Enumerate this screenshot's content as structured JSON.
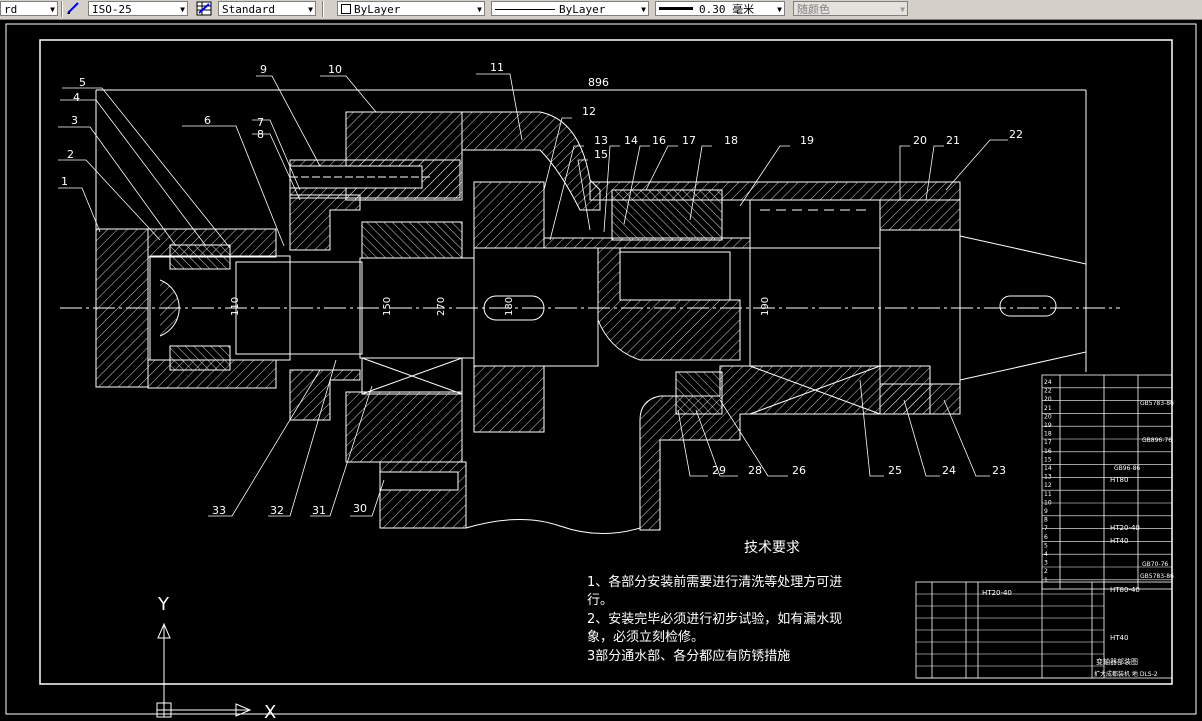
{
  "toolbar": {
    "textstyle_value": "rd",
    "dimstyle_value": "ISO-25",
    "tablestyle_value": "Standard",
    "layer_color_value": "ByLayer",
    "linetype_value": "ByLayer",
    "lineweight_value": "0.30 毫米",
    "plotstyle_value": "随颜色"
  },
  "drawing": {
    "overall_dim": "896",
    "diameters": [
      "110",
      "150",
      "270",
      "180",
      "190"
    ],
    "balloons_top": [
      "1",
      "2",
      "3",
      "4",
      "5",
      "6",
      "7",
      "8",
      "9",
      "10",
      "11",
      "12",
      "13",
      "14",
      "15",
      "16",
      "17",
      "18",
      "19",
      "20",
      "21",
      "22"
    ],
    "balloons_bottom": [
      "33",
      "32",
      "31",
      "30",
      "29",
      "28",
      "26",
      "25",
      "24",
      "23"
    ]
  },
  "notes": {
    "title": "技术要求",
    "line1": "1、各部分安装前需要进行清洗等处理方可进",
    "line1b": "行。",
    "line2": "2、安装完毕必须进行初步试验，如有漏水现",
    "line2b": "象，必须立刻检修。",
    "line3": "3部分通水部、各分都应有防锈措施"
  },
  "ucs": {
    "y_label": "Y",
    "x_label": "X"
  },
  "title_block": {
    "materials": [
      "HT20-40",
      "HT80",
      "HT40",
      "HT20-40",
      "HT40",
      "HT80-40"
    ],
    "standards": [
      "GB5783-86",
      "GB896-76",
      "GB70-76",
      "GB5783-86",
      "GB96-86"
    ],
    "name_line": "变轴器部装图",
    "company_line": "扩大成都装机 地 DLS-2",
    "row_numbers": [
      "24",
      "22",
      "20",
      "21",
      "20",
      "19",
      "18",
      "17",
      "16",
      "15",
      "14",
      "13",
      "12",
      "11",
      "10",
      "9",
      "8",
      "7",
      "6",
      "5",
      "4",
      "3",
      "2",
      "1"
    ]
  }
}
